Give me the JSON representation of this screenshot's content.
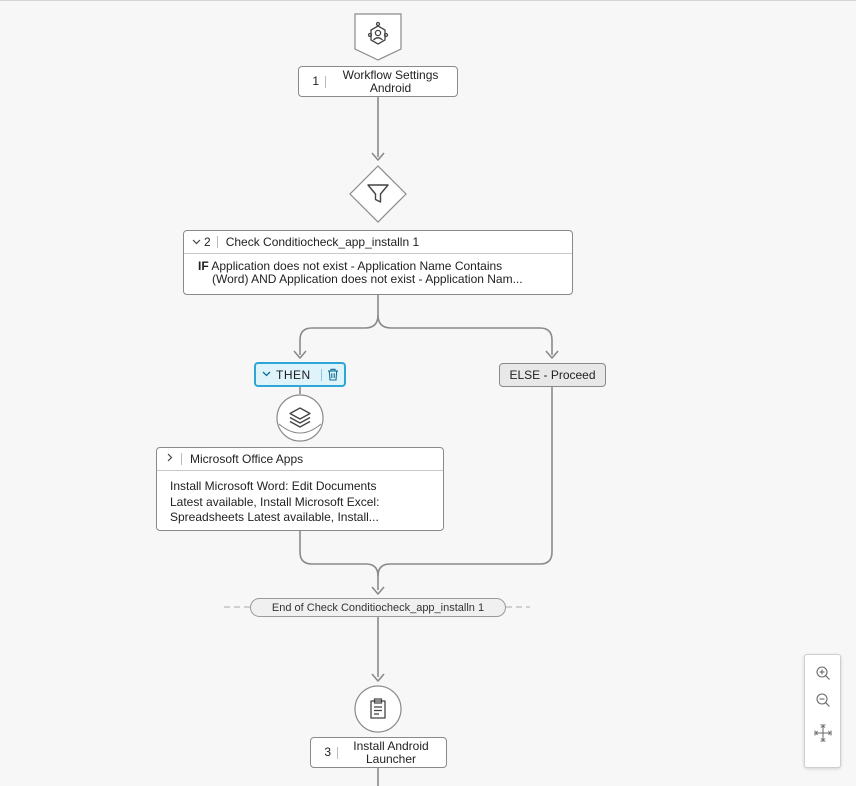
{
  "workflow_settings": {
    "number": "1",
    "title_line1": "Workflow Settings",
    "title_line2": "Android"
  },
  "check_condition": {
    "number": "2",
    "title": "Check Conditiocheck_app_installn 1",
    "keyword": "IF",
    "line1": "Application does not exist - Application Name Contains",
    "line2": "(Word)   AND Application does not exist - Application Nam..."
  },
  "then_branch": {
    "label": "THEN"
  },
  "else_branch": {
    "label": "ELSE - Proceed"
  },
  "office_apps": {
    "title": "Microsoft Office Apps",
    "line1": "Install Microsoft Word: Edit Documents",
    "line2": "Latest available, Install Microsoft Excel:",
    "line3": "Spreadsheets Latest available, Install..."
  },
  "end_condition": {
    "label": "End of Check Conditiocheck_app_installn 1"
  },
  "install_launcher": {
    "number": "3",
    "title_line1": "Install Android",
    "title_line2": "Launcher"
  },
  "icons": {
    "start": "user-shield-icon",
    "filter": "filter-funnel-icon",
    "apps": "layers-stack-icon",
    "install": "clipboard-icon",
    "zoom_in": "zoom-in-icon",
    "zoom_out": "zoom-out-icon",
    "fit": "fit-to-screen-icon"
  },
  "colors": {
    "then_accent": "#2ea7d6",
    "then_fill": "#dff3fb",
    "connector": "#8a8a8a",
    "canvas": "#f7f7f7"
  }
}
